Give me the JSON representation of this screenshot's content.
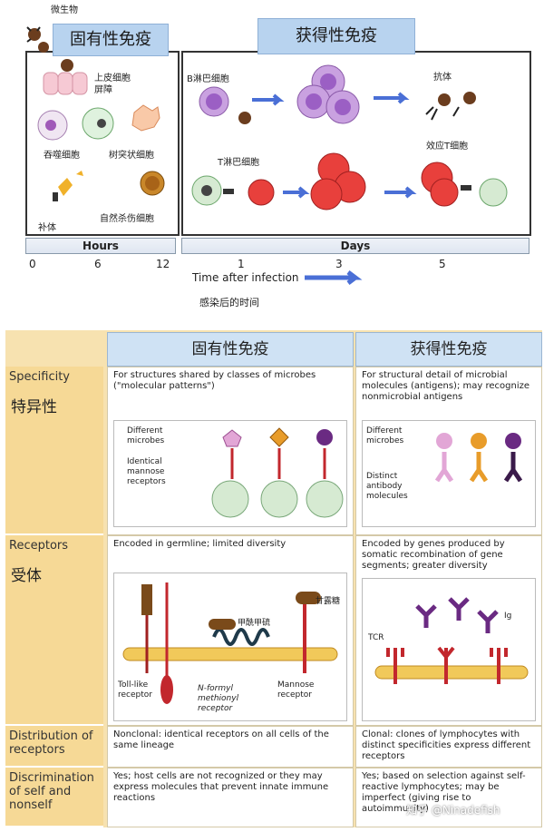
{
  "top": {
    "microbe_label": "微生物",
    "innate_title": "固有性免疫",
    "adaptive_title": "获得性免疫",
    "epithelium_label": "上皮细胞\n屏障",
    "phagocyte_label": "吞噬细胞",
    "dendritic_label": "树突状细胞",
    "complement_label": "补体",
    "nk_label": "自然杀伤细胞",
    "b_cell_label": "B淋巴细胞",
    "antibody_label": "抗体",
    "t_cell_label": "T淋巴细胞",
    "effector_t_label": "效应T细胞",
    "hours_label": "Hours",
    "days_label": "Days",
    "ticks": [
      "0",
      "6",
      "12",
      "1",
      "3",
      "5"
    ],
    "time_after_infection": "Time after infection",
    "time_after_infection_zh": "感染后的时间"
  },
  "table": {
    "col_innate": "固有性免疫",
    "col_adaptive": "获得性免疫",
    "rows": [
      {
        "label_en": "Specificity",
        "label_zh": "特异性",
        "innate_text": "For structures shared by classes of microbes (\"molecular patterns\")",
        "adaptive_text": "For structural detail of microbial molecules (antigens); may recognize nonmicrobial antigens"
      },
      {
        "label_en": "Receptors",
        "label_zh": "受体",
        "innate_text": "Encoded in germline; limited diversity",
        "adaptive_text": "Encoded by genes produced by somatic recombination of gene segments; greater diversity"
      },
      {
        "label_en": "Distribution of receptors",
        "label_zh": "",
        "innate_text": "Nonclonal: identical receptors on all cells of the same lineage",
        "adaptive_text": "Clonal: clones of lymphocytes with distinct specificities express different receptors"
      },
      {
        "label_en": "Discrimination of self and nonself",
        "label_zh": "",
        "innate_text": "Yes; host cells are not recognized or they may express molecules that prevent innate immune reactions",
        "adaptive_text": "Yes; based on selection against self-reactive lymphocytes; may be imperfect (giving rise to autoimmunity)"
      }
    ],
    "specificity_diagram": {
      "different_microbes": "Different microbes",
      "identical_mannose": "Identical mannose receptors",
      "distinct_antibody": "Distinct antibody molecules",
      "different_microbes_2": "Different microbes"
    },
    "receptors_diagram": {
      "toll_like": "Toll-like receptor",
      "n_formyl": "N-formyl methionyl receptor",
      "n_formyl_zh": "甲酰甲硫",
      "mannose": "Mannose receptor",
      "mannose_zh": "甘露糖",
      "tcr": "TCR",
      "ig": "Ig"
    },
    "watermark": "知乎 @Ninadefish"
  }
}
